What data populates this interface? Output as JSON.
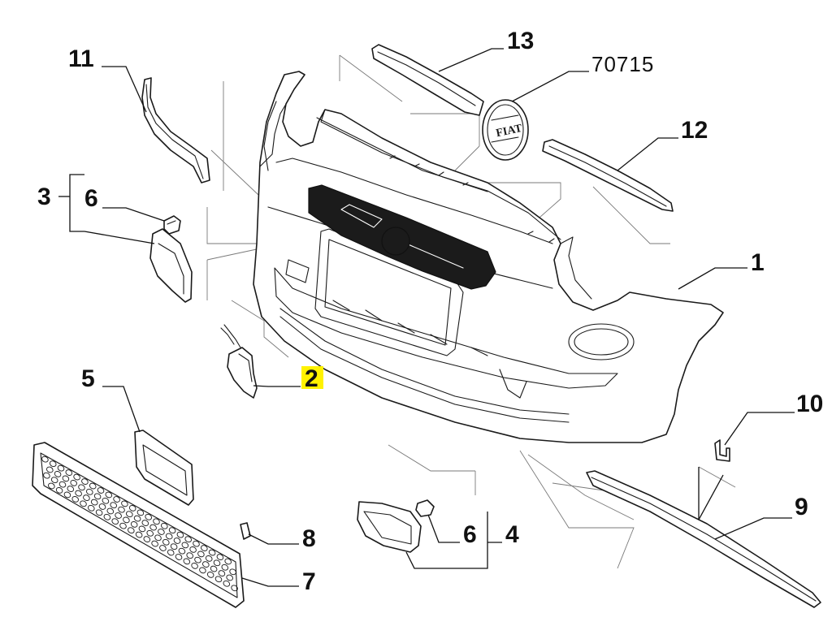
{
  "diagram": {
    "highlight_color": "#fff200",
    "line_color": "#111111",
    "callouts": [
      {
        "id": "c13",
        "text": "13"
      },
      {
        "id": "c70715",
        "text": "70715"
      },
      {
        "id": "c11",
        "text": "11"
      },
      {
        "id": "c12",
        "text": "12"
      },
      {
        "id": "c3",
        "text": "3"
      },
      {
        "id": "c6a",
        "text": "6"
      },
      {
        "id": "c1",
        "text": "1"
      },
      {
        "id": "c2",
        "text": "2",
        "highlighted": true
      },
      {
        "id": "c5",
        "text": "5"
      },
      {
        "id": "c10",
        "text": "10"
      },
      {
        "id": "c9",
        "text": "9"
      },
      {
        "id": "c8",
        "text": "8"
      },
      {
        "id": "c6b",
        "text": "6"
      },
      {
        "id": "c4",
        "text": "4"
      },
      {
        "id": "c7",
        "text": "7"
      }
    ],
    "parts": [
      {
        "name": "front-bumper",
        "number": "1"
      },
      {
        "name": "tow-hook-cover",
        "number": "2"
      },
      {
        "name": "left-fog-bezel-assembly",
        "number": "3"
      },
      {
        "name": "right-fog-bezel-assembly",
        "number": "4"
      },
      {
        "name": "grille-insert",
        "number": "5"
      },
      {
        "name": "clip",
        "number": "6"
      },
      {
        "name": "lower-grille",
        "number": "7"
      },
      {
        "name": "small-clip",
        "number": "8"
      },
      {
        "name": "lower-lip-spoiler",
        "number": "9"
      },
      {
        "name": "bracket",
        "number": "10"
      },
      {
        "name": "left-upper-trim",
        "number": "11"
      },
      {
        "name": "right-upper-trim",
        "number": "12"
      },
      {
        "name": "center-upper-trim",
        "number": "13"
      },
      {
        "name": "badge",
        "number": "70715"
      }
    ]
  }
}
